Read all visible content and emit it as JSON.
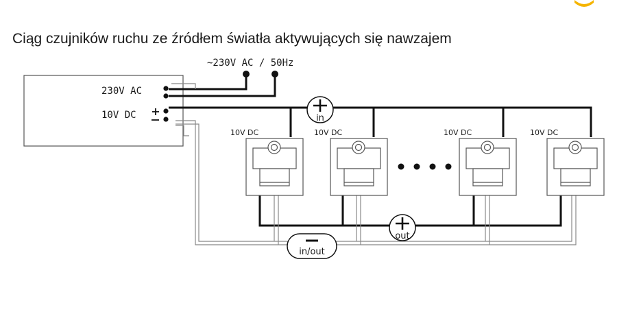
{
  "title": "Ciąg czujników ruchu ze źródłem światła aktywujących się nawzajem",
  "mains_label": "~230V AC / 50Hz",
  "psu": {
    "ac_label": "230V AC",
    "dc_label": "10V DC"
  },
  "sensors": [
    {
      "label": "10V DC"
    },
    {
      "label": "10V DC"
    },
    {
      "label": "10V DC"
    },
    {
      "label": "10V DC"
    }
  ],
  "bus": {
    "plus_in_label": "in",
    "plus_out_label": "out",
    "minus_label": "in/out"
  },
  "colors": {
    "thick_wire": "#111111",
    "thin_wire": "#888888",
    "accent": "#f5b400"
  }
}
